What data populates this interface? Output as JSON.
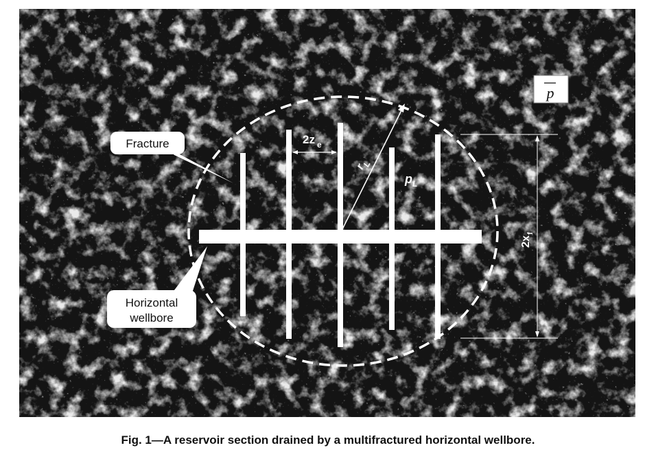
{
  "diagram": {
    "labels": {
      "fracture": "Fracture",
      "wellbore_line1": "Horizontal",
      "wellbore_line2": "wellbore",
      "fracture_spacing_main": "2z",
      "fracture_spacing_sub": "e",
      "drainage_radius_main": "r",
      "drainage_radius_sub": "L",
      "local_pressure_main": "p",
      "local_pressure_sub": "L",
      "fracture_length_main": "2x",
      "fracture_length_sub": "f",
      "average_pressure": "p"
    },
    "colors": {
      "background": "#141414",
      "foreground": "#ffffff",
      "callout_text": "#111111"
    }
  },
  "caption": "Fig. 1—A reservoir section drained by a multifractured horizontal wellbore."
}
